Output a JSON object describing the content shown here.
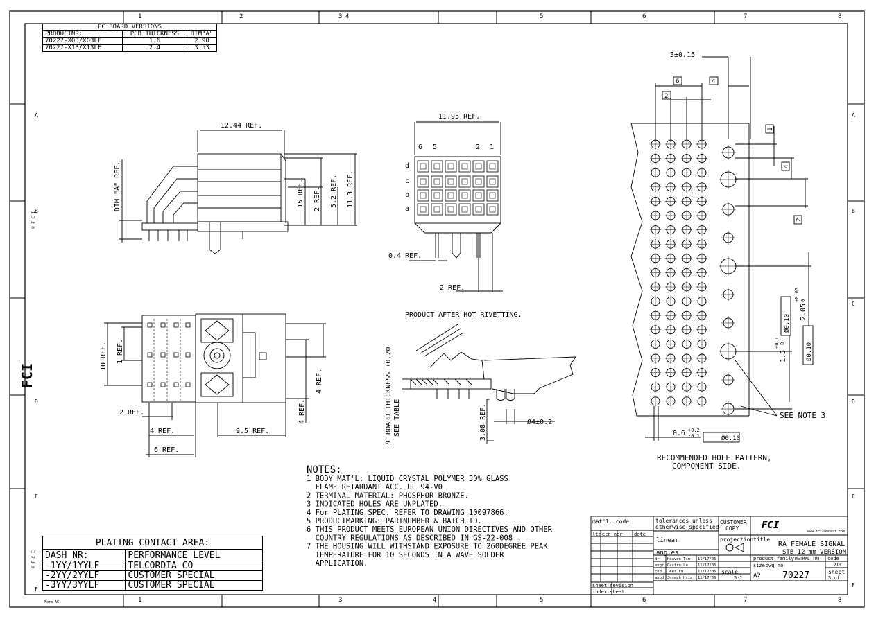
{
  "border": {
    "col_labels": [
      "1",
      "2",
      "3",
      "4",
      "5",
      "6",
      "7",
      "8"
    ],
    "row_labels": [
      "A",
      "B",
      "C",
      "D",
      "E",
      "F"
    ]
  },
  "pcb_versions": {
    "title": "PC BOARD VERSIONS",
    "headers": [
      "PRODUCTNR:",
      "PCB THICKNESS",
      "DIM\"A\""
    ],
    "rows": [
      [
        "70227-X03/X03LF",
        "1.6",
        "2.90"
      ],
      [
        "70227-X13/X13LF",
        "2.4",
        "3.53"
      ]
    ]
  },
  "side_view": {
    "dim_top": "12.44 REF.",
    "dim_a": "DIM \"A\" REF.",
    "dim_15": "15 REF.",
    "dim_2": "2 REF.",
    "dim_52": "5.2 REF.",
    "dim_113": "11.3 REF."
  },
  "front_view": {
    "dim_top": "11.95 REF.",
    "col_labels": [
      "6",
      "5",
      "2",
      "1"
    ],
    "row_labels": [
      "d",
      "c",
      "b",
      "a"
    ],
    "dim_04": "0.4 REF.",
    "dim_2": "2 REF.",
    "caption": "PRODUCT AFTER HOT RIVETTING."
  },
  "bottom_view": {
    "dim_10": "10 REF.",
    "dim_1": "1 REF.",
    "dim_2a": "2 REF.",
    "dim_4a": "4 REF.",
    "dim_95": "9.5 REF.",
    "dim_6": "6 REF.",
    "dim_4b": "4 REF.",
    "dim_4c": "4 REF."
  },
  "section_view": {
    "pcb_label": "PC BOARD THICKNESS ±0.20",
    "see_table": "SEE TABLE",
    "dim_308": "3.08 REF.",
    "dim_dia4": "Ø4±0.2"
  },
  "hole_pattern": {
    "dim_3": "3±0.15",
    "box_6": "6",
    "box_4": "4",
    "box_2": "2",
    "box_1": "1",
    "box_4b": "4",
    "box_2b": "2",
    "tol_010a": "Ø0.10",
    "tol_010b": "Ø0.10",
    "tol_010c": "Ø0.10",
    "dim_205": "2.05",
    "dim_205_tol": "+0.05",
    "dim_205_tol2": "0",
    "dim_15": "1.5",
    "dim_15_tol": "+0.1",
    "dim_15_tol2": "0",
    "dim_06": "0.6",
    "dim_06_tol": "+0.2",
    "dim_06_tol2": "-0.1",
    "see_note": "SEE NOTE 3",
    "caption1": "RECOMMENDED HOLE PATTERN,",
    "caption2": "COMPONENT SIDE."
  },
  "notes": {
    "title": "NOTES:",
    "lines": [
      "1 BODY MAT'L: LIQUID CRYSTAL POLYMER 30% GLASS",
      "  FLAME RETARDANT ACC. UL 94-V0",
      "2 TERMINAL MATERIAL: PHOSPHOR BRONZE.",
      "3 INDICATED HOLES ARE UNPLATED.",
      "4 For PLATING SPEC. REFER TO DRAWING 10097866.",
      "5 PRODUCTMARKING: PARTNUMBER & BATCH ID.",
      "6 THIS PRODUCT MEETS EUROPEAN UNION DIRECTIVES AND OTHER",
      "  COUNTRY REGULATIONS AS DESCRIBED IN GS-22-008 .",
      "7 THE HOUSING WILL WITHSTAND EXPOSURE TO 260DEGREE PEAK",
      "  TEMPERATURE FOR 10 SECONDS IN A WAVE SOLDER",
      "  APPLICATION."
    ]
  },
  "plating": {
    "title": "PLATING CONTACT AREA:",
    "headers": [
      "DASH NR:",
      "PERFORMANCE LEVEL"
    ],
    "rows": [
      [
        "-1YY/1YYLF",
        "TELCORDIA CO"
      ],
      [
        "-2YY/2YYLF",
        "CUSTOMER SPECIAL"
      ],
      [
        "-3YY/3YYLF",
        "CUSTOMER SPECIAL"
      ]
    ]
  },
  "title_block": {
    "matl_code": "mat'l. code",
    "tolerances": "tolerances unless otherwise specified",
    "customer_copy": "CUSTOMER COPY",
    "linear": "linear",
    "angles": "angles",
    "projection": "projection",
    "title_label": "title",
    "title_line1": "RA FEMALE SIGNAL",
    "title_line2": "STB 12 mm VERSION",
    "product_family": "product family",
    "product_family_val": "METRAL(TM)",
    "code": "code",
    "code_val": "213",
    "size": "size",
    "dwg_no": "dwg no",
    "size_val": "A2",
    "dwg_no_val": "70227",
    "scale": "scale",
    "scale_val": "5:1",
    "sheet": "sheet",
    "sheet_val": "3 of",
    "website": "www.fciconnect.com",
    "rev_headers": [
      "ltr",
      "ecn nbr",
      "date"
    ],
    "sheet_revision": "sheet revision",
    "index_sheet": "index sheet",
    "logo": "FCI",
    "sign_rows": [
      [
        "dr",
        "Heaven Tim",
        "11/17/06"
      ],
      [
        "engr",
        "Castro Lu",
        "11/17/06"
      ],
      [
        "chd",
        "Jeer Fu",
        "11/17/06"
      ],
      [
        "appd",
        "Joseph Hsia",
        "11/17/06"
      ]
    ],
    "form": "Form A6"
  },
  "side_strip": {
    "logo": "FCI",
    "copyright": "© F C I"
  }
}
